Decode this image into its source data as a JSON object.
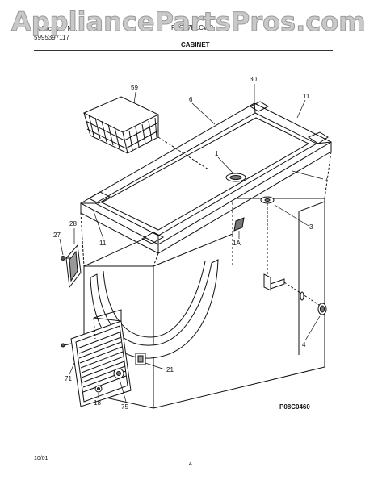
{
  "watermark": "AppliancePartsPros.com",
  "header": {
    "line1": "Publication No.",
    "line2": "5995397117",
    "model": "FFC07K1CW0",
    "section": "CABINET"
  },
  "callouts": [
    {
      "id": "c59",
      "label": "59"
    },
    {
      "id": "c30",
      "label": "30"
    },
    {
      "id": "c6",
      "label": "6"
    },
    {
      "id": "c11a",
      "label": "11"
    },
    {
      "id": "c1",
      "label": "1"
    },
    {
      "id": "c7",
      "label": "7"
    },
    {
      "id": "c3",
      "label": "3"
    },
    {
      "id": "c28",
      "label": "28"
    },
    {
      "id": "c27",
      "label": "27"
    },
    {
      "id": "c11b",
      "label": "11"
    },
    {
      "id": "c1a",
      "label": "1A"
    },
    {
      "id": "c4",
      "label": "4"
    },
    {
      "id": "c21",
      "label": "21"
    },
    {
      "id": "c71",
      "label": "71"
    },
    {
      "id": "c18",
      "label": "18"
    },
    {
      "id": "c75",
      "label": "75"
    }
  ],
  "diagram_code": "P08C0460",
  "footer": {
    "date": "10/01",
    "page": "4"
  }
}
